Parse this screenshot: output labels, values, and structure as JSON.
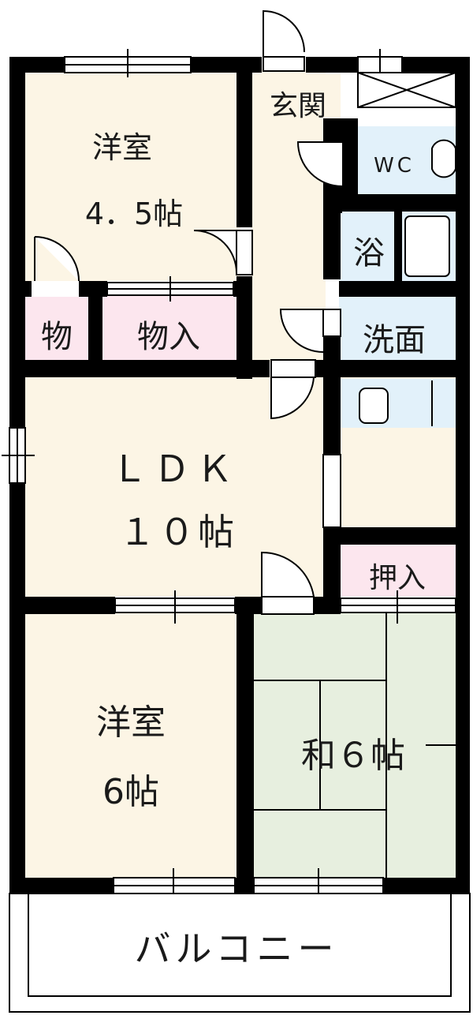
{
  "colors": {
    "wall": "#000000",
    "western_room": "#fcf5e5",
    "storage": "#fce6ee",
    "wet_area": "#e2f1fa",
    "tatami": "#e7efdf",
    "balcony": "#ffffff",
    "label": "#1a1a1a"
  },
  "rooms": {
    "western_room_1": {
      "name": "洋室",
      "size": "4．5帖"
    },
    "storage_small": {
      "name": "物"
    },
    "storage_closet": {
      "name": "物入"
    },
    "entrance": {
      "name": "玄関"
    },
    "toilet": {
      "name": "WC"
    },
    "bath": {
      "name": "浴"
    },
    "washroom": {
      "name": "洗面"
    },
    "ldk": {
      "name": "ＬＤＫ",
      "size": "１０帖"
    },
    "oshiire": {
      "name": "押入"
    },
    "western_room_2": {
      "name": "洋室",
      "size": "6帖"
    },
    "japanese_room": {
      "name": "和６帖"
    },
    "balcony": {
      "name": "バルコニー"
    }
  }
}
